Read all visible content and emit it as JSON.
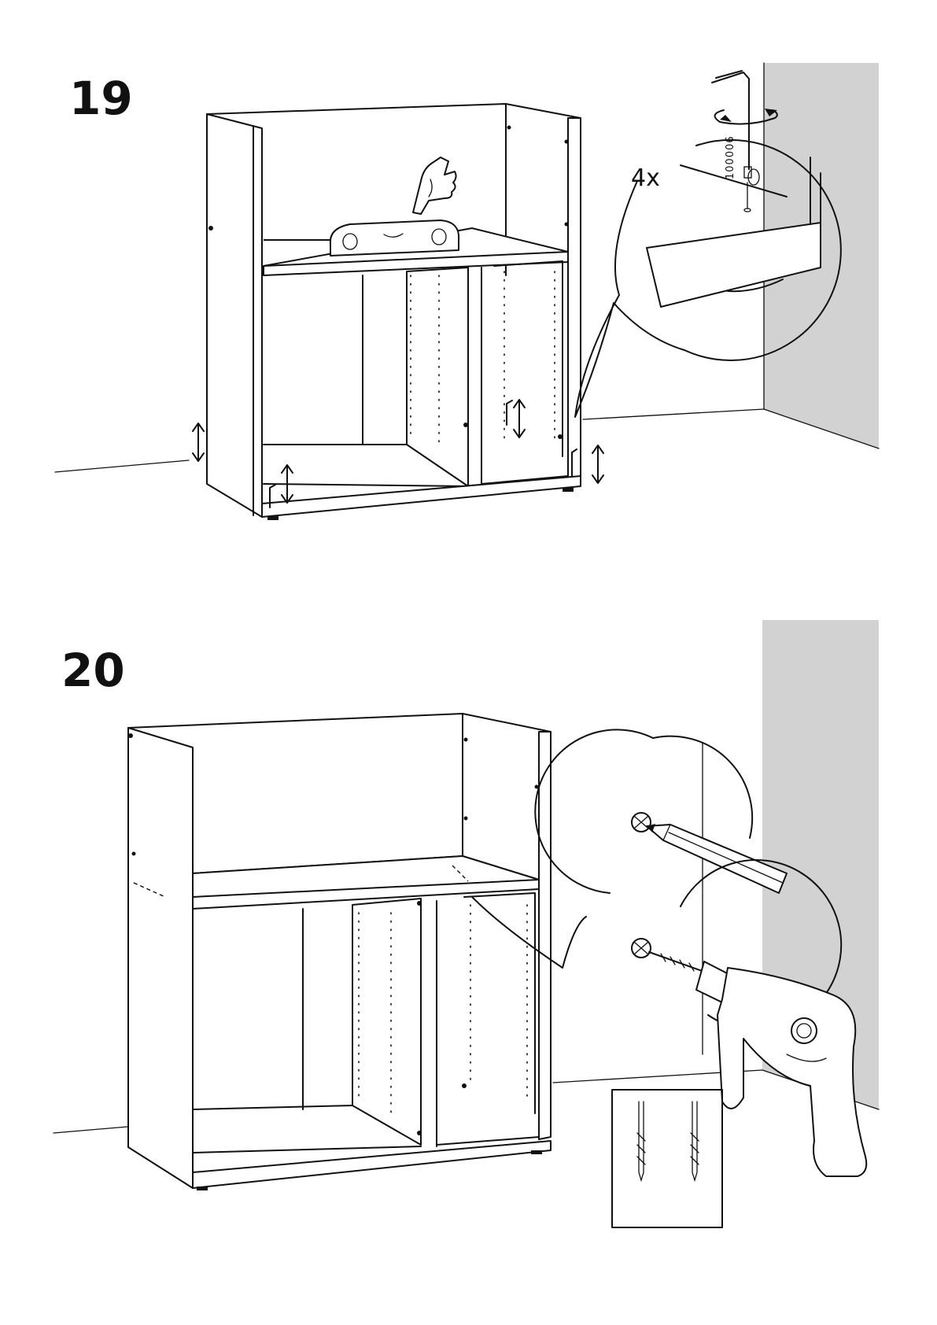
{
  "steps": [
    {
      "number": "19",
      "callout": {
        "count": "4x",
        "part_number": "100006"
      },
      "icons": [
        "spirit-level-icon",
        "pointing-hand-icon",
        "allen-key-icon",
        "rotate-arrows-icon",
        "height-adjust-arrow-icon"
      ]
    },
    {
      "number": "20",
      "icons": [
        "pencil-icon",
        "screw-icon",
        "power-drill-icon",
        "drill-bit-icon"
      ]
    }
  ],
  "colors": {
    "line": "#111111",
    "wall": "#d2d2d2",
    "paper": "#ffffff"
  }
}
